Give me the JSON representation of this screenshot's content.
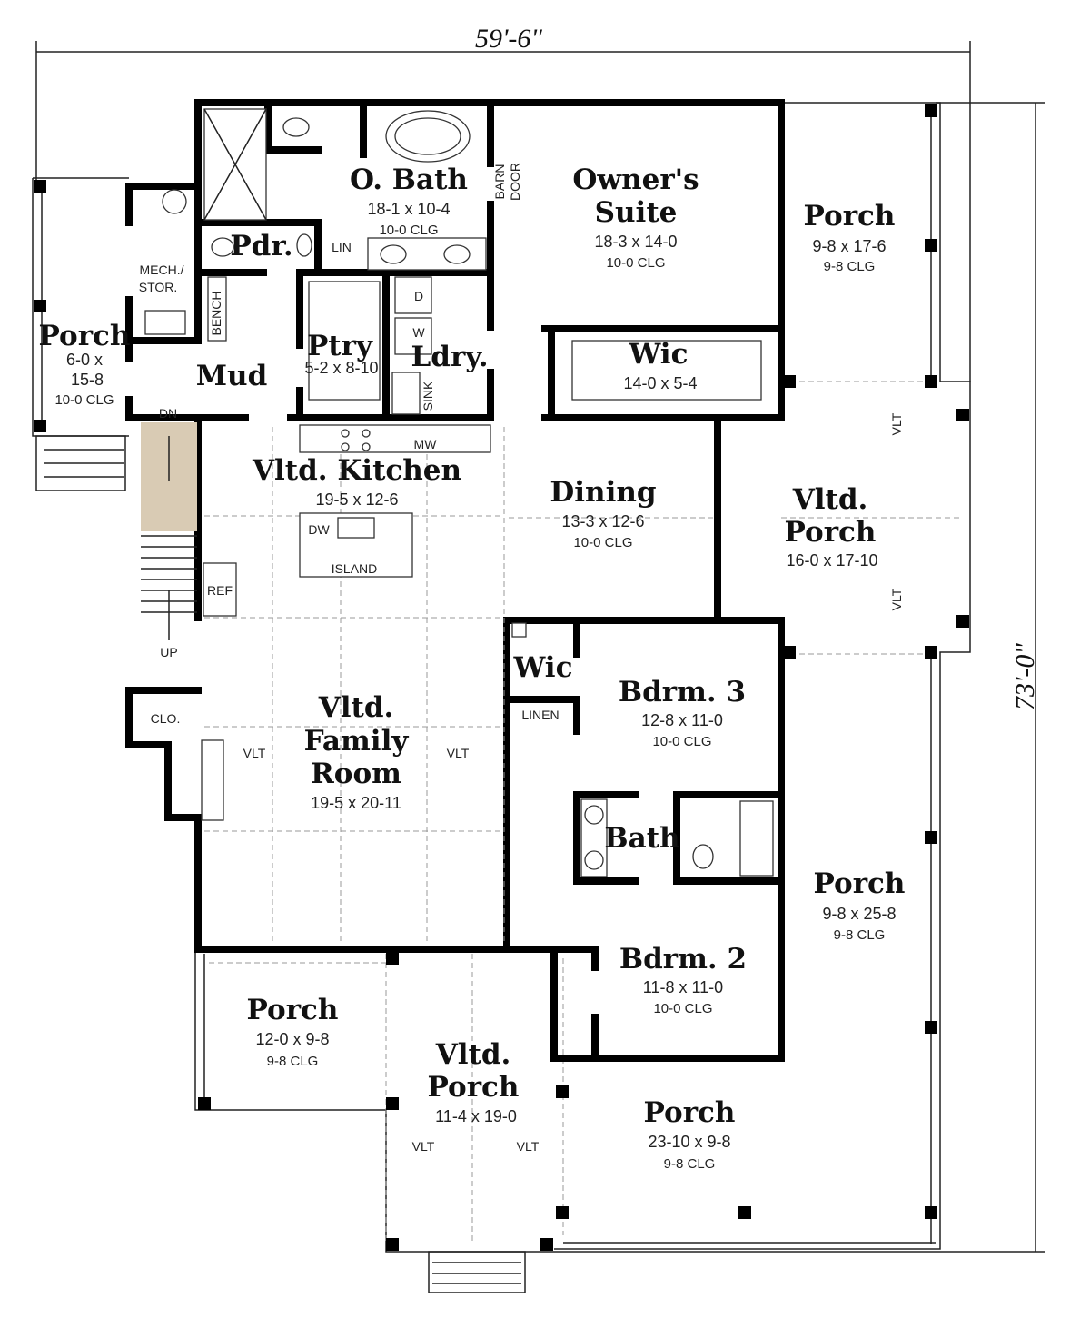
{
  "dimensions": {
    "width": "59'-6\"",
    "depth": "73'-0\""
  },
  "rooms": {
    "obath": {
      "name": "O. Bath",
      "size": "18-1 x 10-4",
      "clg": "10-0 CLG"
    },
    "owners": {
      "name1": "Owner's",
      "name2": "Suite",
      "size": "18-3 x 14-0",
      "clg": "10-0 CLG"
    },
    "porch_ne": {
      "name": "Porch",
      "size": "9-8 x 17-6",
      "clg": "9-8 CLG"
    },
    "porch_w": {
      "name": "Porch",
      "size1": "6-0 x",
      "size2": "15-8",
      "clg": "10-0 CLG"
    },
    "mech": {
      "name1": "MECH./",
      "name2": "STOR."
    },
    "pdr": {
      "name": "Pdr."
    },
    "mud": {
      "name": "Mud"
    },
    "ptry": {
      "name": "Ptry",
      "size": "5-2 x 8-10"
    },
    "ldry": {
      "name": "Ldry."
    },
    "wic_owner": {
      "name": "Wic",
      "size": "14-0 x 5-4"
    },
    "kitchen": {
      "name": "Vltd. Kitchen",
      "size": "19-5 x 12-6"
    },
    "dining": {
      "name": "Dining",
      "size": "13-3 x 12-6",
      "clg": "10-0 CLG"
    },
    "vporch_e": {
      "name1": "Vltd.",
      "name2": "Porch",
      "size": "16-0 x 17-10"
    },
    "wic_small": {
      "name": "Wic"
    },
    "bdrm3": {
      "name": "Bdrm. 3",
      "size": "12-8 x 11-0",
      "clg": "10-0 CLG"
    },
    "family": {
      "name1": "Vltd.",
      "name2": "Family",
      "name3": "Room",
      "size": "19-5 x 20-11"
    },
    "bath": {
      "name": "Bath"
    },
    "porch_e": {
      "name": "Porch",
      "size": "9-8 x 25-8",
      "clg": "9-8 CLG"
    },
    "bdrm2": {
      "name": "Bdrm. 2",
      "size": "11-8 x 11-0",
      "clg": "10-0 CLG"
    },
    "porch_sw": {
      "name": "Porch",
      "size": "12-0 x 9-8",
      "clg": "9-8 CLG"
    },
    "vporch_s": {
      "name1": "Vltd.",
      "name2": "Porch",
      "size": "11-4 x 19-0"
    },
    "porch_s": {
      "name": "Porch",
      "size": "23-10 x 9-8",
      "clg": "9-8 CLG"
    }
  },
  "fixtures": {
    "lin": "LIN",
    "bench": "BENCH",
    "barn_door1": "BARN",
    "barn_door2": "DOOR",
    "dryer": "D",
    "washer": "W",
    "sink": "SINK",
    "dn": "DN",
    "up": "UP",
    "mw": "MW",
    "dw": "DW",
    "island": "ISLAND",
    "ref": "REF",
    "clo": "CLO.",
    "linen": "LINEN",
    "vlt": "VLT"
  }
}
